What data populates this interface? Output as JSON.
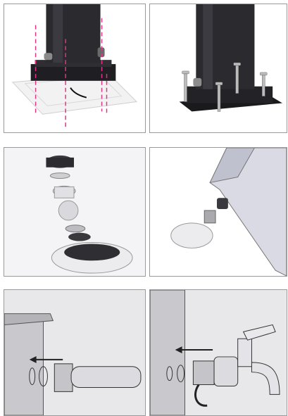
{
  "steps": [
    {
      "id": 1,
      "icon": "floor-mounting-template-icon"
    },
    {
      "id": 2,
      "icon": "base-screws-icon"
    },
    {
      "id": 3,
      "icon": "shower-head-parts-icon"
    },
    {
      "id": 4,
      "icon": "shower-head-attach-icon"
    },
    {
      "id": 5,
      "icon": "hose-connector-icon"
    },
    {
      "id": 6,
      "icon": "tap-connector-icon"
    }
  ],
  "colors": {
    "border": "#9a9a9a",
    "column": "#2b2b2f",
    "guide": "#e0338a",
    "panel_bg": "#e8e8ea",
    "arrow": "#222222"
  }
}
